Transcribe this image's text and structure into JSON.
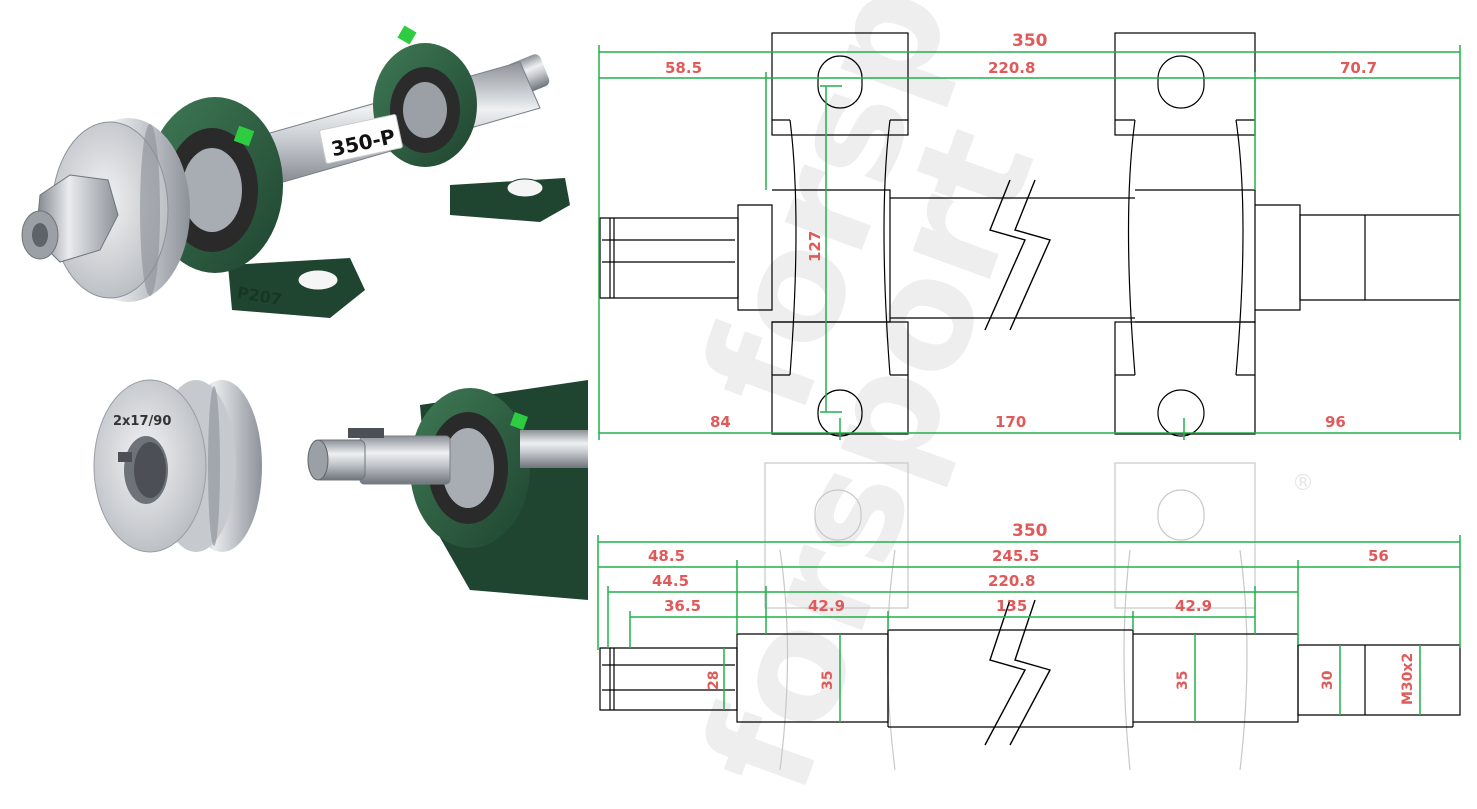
{
  "colors": {
    "dimension_line": "#22b14c",
    "dimension_text": "#e05a5a",
    "outline": "#000000",
    "outline_faded": "#c8c8c8",
    "housing_green": "#2e5e3f",
    "steel": "#b9bec4",
    "label_tag": "#ffffff",
    "watermark": "#eeeeee"
  },
  "photos": {
    "assembly": {
      "tag_text": "350-P",
      "housing_cast_text": "P207"
    },
    "pulley": {
      "label": "2x17/90"
    },
    "closeup": {}
  },
  "watermark": {
    "text": "forsport",
    "mark": "®"
  },
  "top_drawing": {
    "overall": "350",
    "upper": {
      "left": "58.5",
      "middle": "220.8",
      "right": "70.7"
    },
    "lower": {
      "left": "84",
      "middle": "170",
      "right": "96"
    },
    "vertical": "127"
  },
  "bottom_drawing": {
    "overall": "350",
    "row1": {
      "left": "48.5",
      "middle": "245.5",
      "right": "56"
    },
    "row2": {
      "left": "44.5",
      "middle": "220.8"
    },
    "row3": {
      "left": "36.5",
      "a": "42.9",
      "b": "135",
      "c": "42.9"
    },
    "diameters": {
      "d1": "28",
      "d2": "35",
      "d3": "35",
      "d4": "30",
      "thread": "M30x2"
    }
  }
}
